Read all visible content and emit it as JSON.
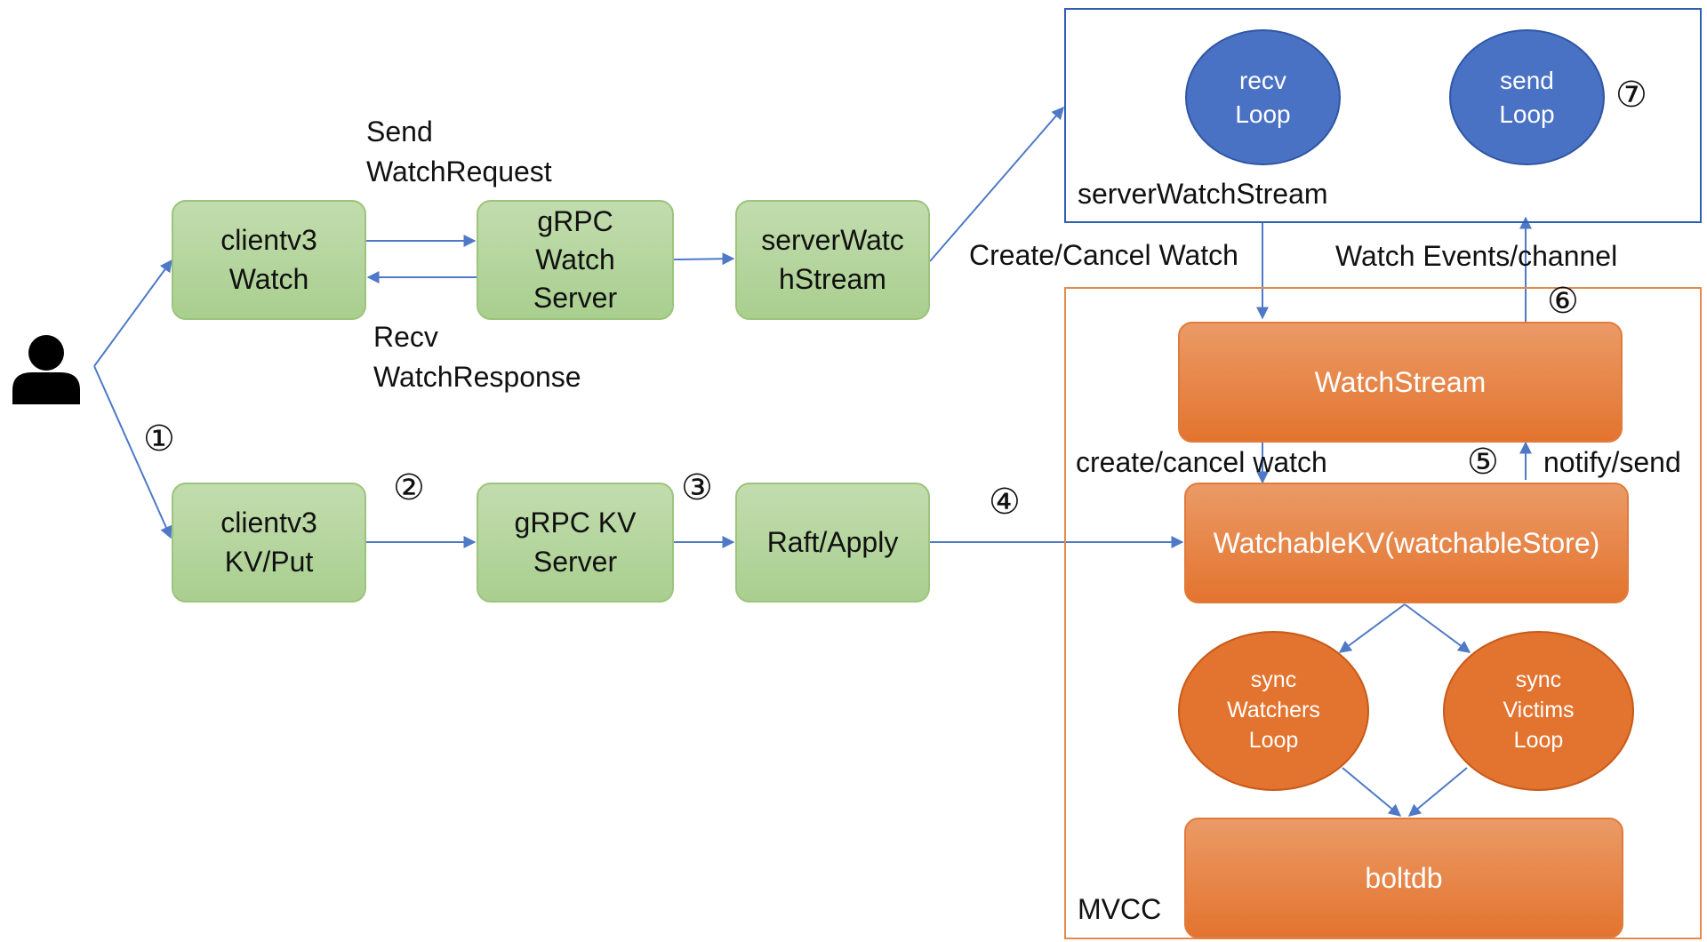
{
  "nodes": {
    "client_watch": "clientv3\nWatch",
    "grpc_watch": "gRPC\nWatch\nServer",
    "server_watch_stream_node": "serverWatc\nhStream",
    "client_kv": "clientv3\nKV/Put",
    "grpc_kv": "gRPC KV\nServer",
    "raft": "Raft/Apply",
    "recv_loop": "recv\nLoop",
    "send_loop": "send\nLoop",
    "watch_stream": "WatchStream",
    "watchable_kv": "WatchableKV(watchableStore)",
    "sync_watchers": "sync\nWatchers\nLoop",
    "sync_victims": "sync\nVictims\nLoop",
    "boltdb": "boltdb"
  },
  "containers": {
    "server_watch_stream": "serverWatchStream",
    "mvcc": "MVCC"
  },
  "edge_labels": {
    "send_watch_request": "Send\nWatchRequest",
    "recv_watch_response": "Recv\nWatchResponse",
    "create_cancel_watch": "Create/Cancel Watch",
    "watch_events_channel": "Watch Events/channel",
    "create_cancel_watch_lower": "create/cancel watch",
    "notify_send": "notify/send"
  },
  "steps": [
    "①",
    "②",
    "③",
    "④",
    "⑤",
    "⑥",
    "⑦"
  ],
  "icons": {
    "user": "person-icon"
  },
  "colors": {
    "green_fill": "#aed193",
    "orange_fill": "#e3742f",
    "blue_fill": "#4a72c4",
    "blue_frame": "#2f5fb3",
    "orange_frame": "#e58a4e",
    "arrow": "#4f79c7"
  }
}
